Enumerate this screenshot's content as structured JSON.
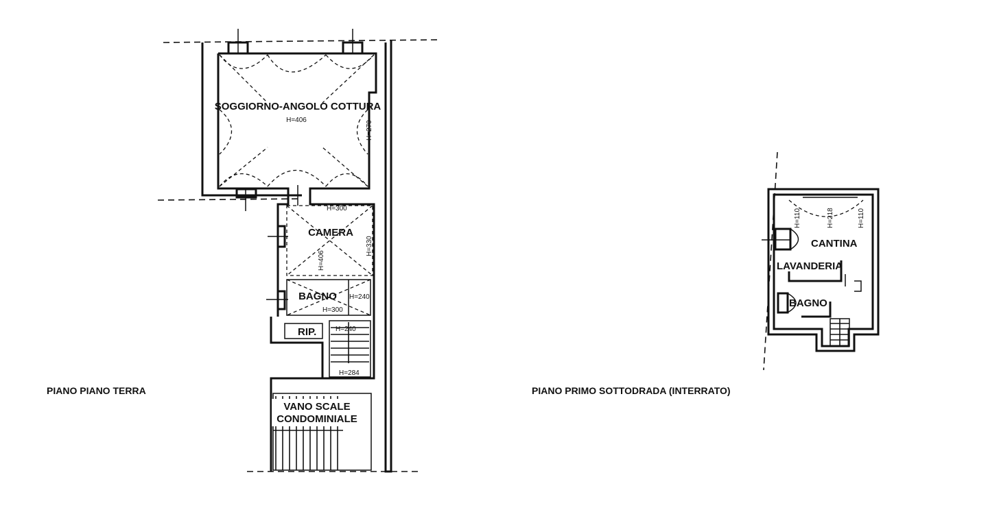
{
  "left_plan": {
    "caption": "PIANO PIANO TERRA",
    "rooms": {
      "soggiorno": "SOGGIORNO-ANGOLO COTTURA",
      "soggiorno_h": "H=406",
      "soggiorno_h_side": "H=270",
      "camera": "CAMERA",
      "camera_h_top": "H=300",
      "camera_h_left": "H=406",
      "camera_h_right": "H=330",
      "bagno": "BAGNO",
      "bagno_h_right": "H=240",
      "bagno_h_bottom": "H=300",
      "rip": "RIP.",
      "stair_h_top": "H=240",
      "stair_h_bottom": "H=284",
      "vano_line1": "VANO SCALE",
      "vano_line2": "CONDOMINIALE"
    }
  },
  "right_plan": {
    "caption": "PIANO PRIMO SOTTODRADA (INTERRATO)",
    "rooms": {
      "cantina": "CANTINA",
      "lavanderia": "LAVANDERIA",
      "bagno": "BAGNO",
      "h1": "H=110",
      "h2": "H=218",
      "h3": "H=110"
    }
  }
}
